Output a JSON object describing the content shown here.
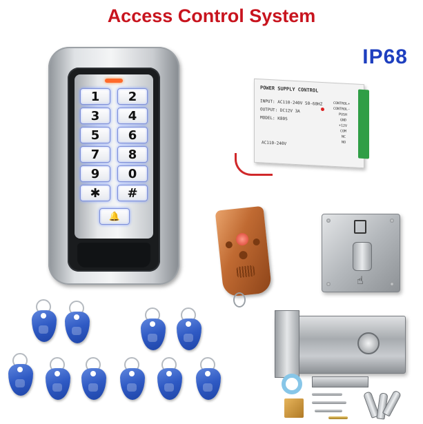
{
  "header": {
    "title": "Access Control System"
  },
  "badge": {
    "rating": "IP68"
  },
  "keypad": {
    "keys": [
      "1",
      "2",
      "3",
      "4",
      "5",
      "6",
      "7",
      "8",
      "9",
      "0",
      "✱",
      "#",
      "🔔"
    ],
    "led_color": "#ff6a2a",
    "backlight_color": "#7e9cff"
  },
  "power_supply": {
    "label": "POWER SUPPLY CONTROL",
    "input": "INPUT: AC110-240V 50-60HZ",
    "output": "OUTPUT: DC12V 3A",
    "model": "MODEL: K80S",
    "voltage": "AC110-240V",
    "terminals": [
      "CONTROL+",
      "CONTROL-",
      "PUSH",
      "GND",
      "+12V",
      "COM",
      "NC",
      "NO"
    ],
    "terminal_color": "#2f9e46"
  },
  "colors": {
    "title": "#c8141e",
    "badge": "#1e3fbf",
    "fob": "#2f5ac4",
    "remote": "#c06a32"
  },
  "icons": {
    "doorbell": "bell-icon",
    "exit_hand": "hand-icon"
  }
}
